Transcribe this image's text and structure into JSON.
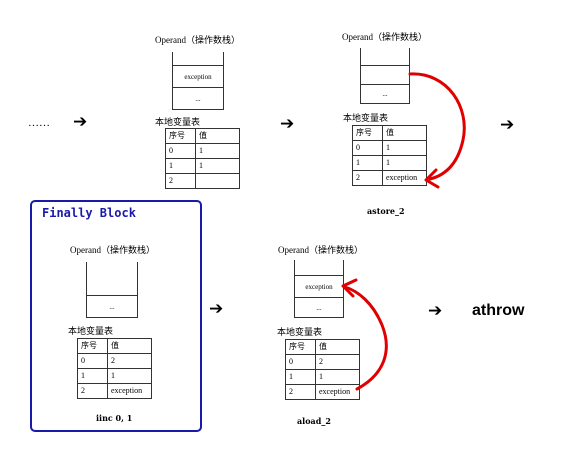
{
  "operand_label": "Operand（操作数栈）",
  "local_table_label": "本地变量表",
  "table_header": [
    "序号",
    "值"
  ],
  "ellipsis": "……",
  "stack_dots": "...",
  "arrow_glyph": "➔",
  "accent_color": "#1a1aa8",
  "highlight_color": "#e00000",
  "finally_block": {
    "title": "Finally Block"
  },
  "panels": [
    {
      "stack_top": "exception",
      "stack_bottom": "...",
      "rows": [
        [
          "0",
          "1"
        ],
        [
          "1",
          "1"
        ],
        [
          "2",
          ""
        ]
      ],
      "caption": ""
    },
    {
      "stack_top": "",
      "stack_bottom": "...",
      "rows": [
        [
          "0",
          "1"
        ],
        [
          "1",
          "1"
        ],
        [
          "2",
          "exception"
        ]
      ],
      "caption": "astore_2"
    },
    {
      "stack_top": "",
      "stack_bottom": "...",
      "rows": [
        [
          "0",
          "2"
        ],
        [
          "1",
          "1"
        ],
        [
          "2",
          "exception"
        ]
      ],
      "caption": "iinc 0, 1"
    },
    {
      "stack_top": "exception",
      "stack_bottom": "...",
      "rows": [
        [
          "0",
          "2"
        ],
        [
          "1",
          "1"
        ],
        [
          "2",
          "exception"
        ]
      ],
      "caption": "aload_2"
    }
  ],
  "athrow_label": "athrow"
}
